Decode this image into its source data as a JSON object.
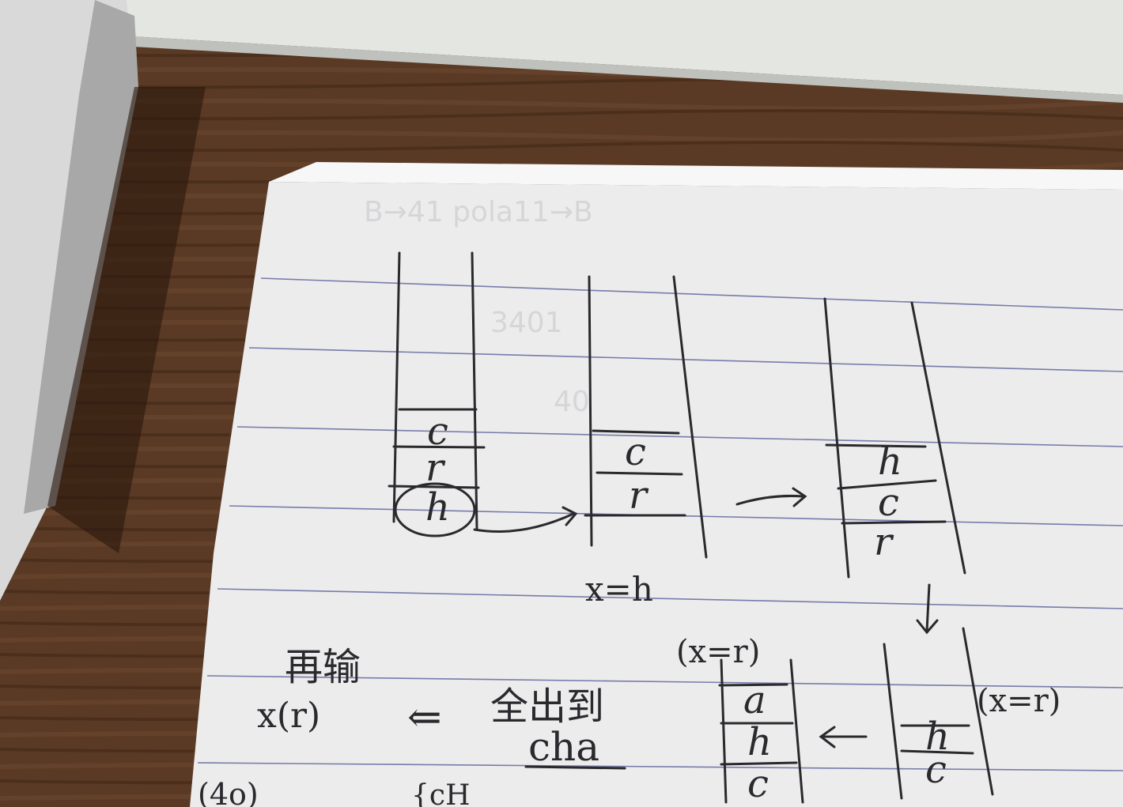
{
  "scene": {
    "description_free": true,
    "colors": {
      "desk": "#5a3a24",
      "desk_dark": "#3b2415",
      "paper": "#eeeeee",
      "paper_shadow": "#cfcfd2",
      "rule_line": "#5b5f9a",
      "ink": "#2a2a2e",
      "book_edge": "#9a9a9a"
    }
  },
  "stacks": {
    "stack1": [
      "c",
      "r",
      "h"
    ],
    "stack2": [
      "c",
      "r"
    ],
    "stack3": [
      "h",
      "c",
      "r"
    ],
    "stack4": [
      "h",
      "c"
    ],
    "stack5": [
      "a",
      "h",
      "c"
    ]
  },
  "notes": {
    "x_equals_h": "x=h",
    "x_equals_r_mid": "(x=r)",
    "x_equals_r_right": "(x=r)",
    "reinput": "再输",
    "xr": "x(r)",
    "arrow_left": "⇐",
    "all_out_to": "全出到",
    "cha": "cha",
    "bottom_left": "(4o)",
    "bottom_mid": "{cH"
  }
}
